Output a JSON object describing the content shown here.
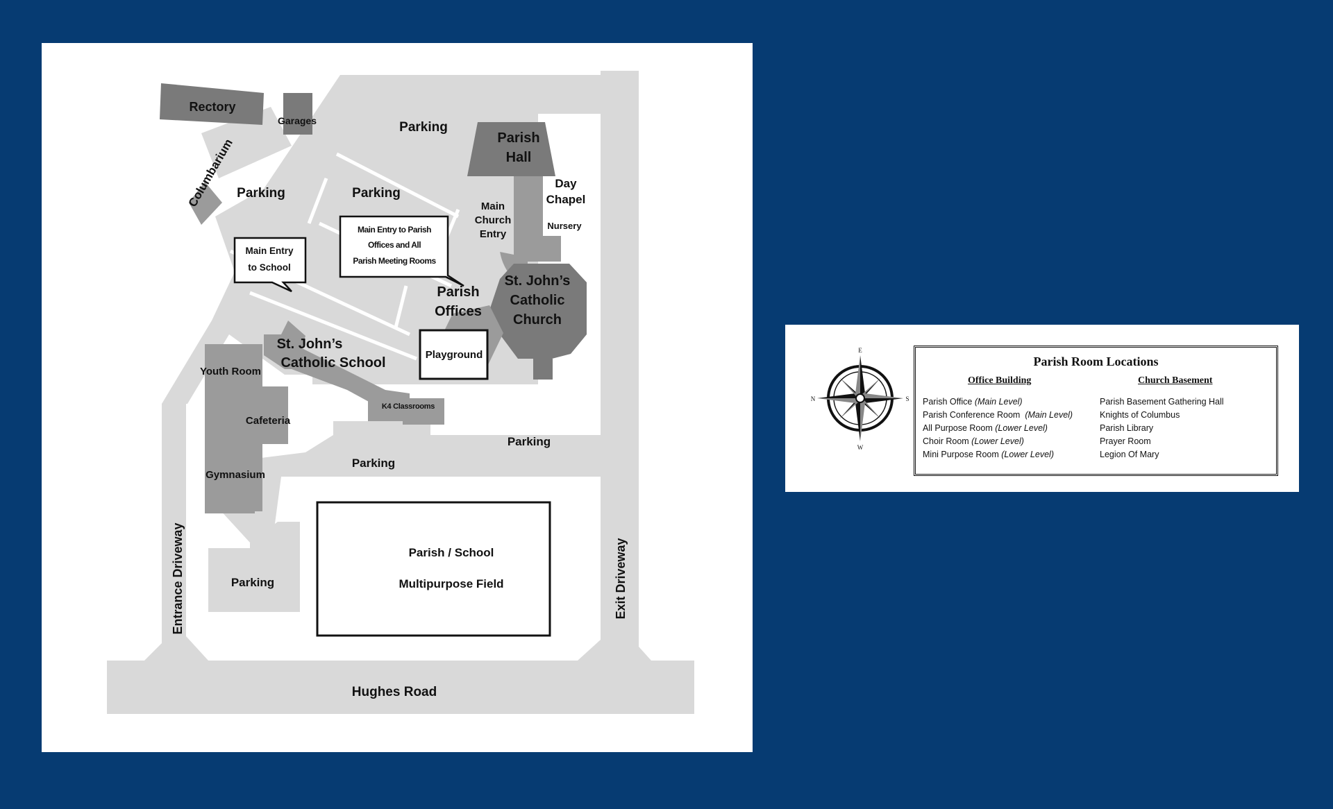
{
  "map": {
    "labels": {
      "rectory": "Rectory",
      "garages": "Garages",
      "parking_top": "Parking",
      "parish_hall_1": "Parish",
      "parish_hall_2": "Hall",
      "columbarium": "Columbarium",
      "parking_left": "Parking",
      "parking_center": "Parking",
      "day_chapel_1": "Day",
      "day_chapel_2": "Chapel",
      "main_church_entry_1": "Main",
      "main_church_entry_2": "Church",
      "main_church_entry_3": "Entry",
      "nursery": "Nursery",
      "callout_parish_1": "Main Entry to Parish",
      "callout_parish_2": "Offices and All",
      "callout_parish_3": "Parish Meeting Rooms",
      "callout_school_1": "Main Entry",
      "callout_school_2": "to School",
      "parish_offices_1": "Parish",
      "parish_offices_2": "Offices",
      "church_1": "St. John’s",
      "church_2": "Catholic",
      "church_3": "Church",
      "school_1": "St. John’s",
      "school_2": "Catholic School",
      "playground": "Playground",
      "youth_room": "Youth Room",
      "cafeteria": "Cafeteria",
      "k4_classrooms": "K4 Classrooms",
      "parking_right_mid": "Parking",
      "parking_mid": "Parking",
      "gymnasium": "Gymnasium",
      "entrance_driveway": "Entrance Driveway",
      "exit_driveway": "Exit Driveway",
      "field_1": "Parish / School",
      "field_2": "Multipurpose Field",
      "parking_bottom_left": "Parking",
      "hughes_road": "Hughes Road"
    }
  },
  "legend": {
    "compass": {
      "n": "N",
      "e": "E",
      "s": "S",
      "w": "W"
    },
    "title": "Parish Room Locations",
    "office_building": {
      "heading": "Office Building",
      "items": [
        {
          "name": "Parish Office",
          "level": "(Main Level)"
        },
        {
          "name": "Parish Conference Room",
          "level": "(Main Level)"
        },
        {
          "name": "All Purpose Room",
          "level": "(Lower Level)"
        },
        {
          "name": "Choir Room",
          "level": "(Lower Level)"
        },
        {
          "name": "Mini Purpose Room",
          "level": "(Lower Level)"
        }
      ]
    },
    "church_basement": {
      "heading": "Church Basement",
      "items": [
        "Parish Basement Gathering Hall",
        "Knights of Columbus",
        "Parish Library",
        "Prayer Room",
        "Legion Of Mary"
      ]
    }
  },
  "colors": {
    "background": "#063b72",
    "ground": "#d9d9d9",
    "building_dark": "#7a7a7a",
    "building_mid": "#9b9b9b"
  }
}
